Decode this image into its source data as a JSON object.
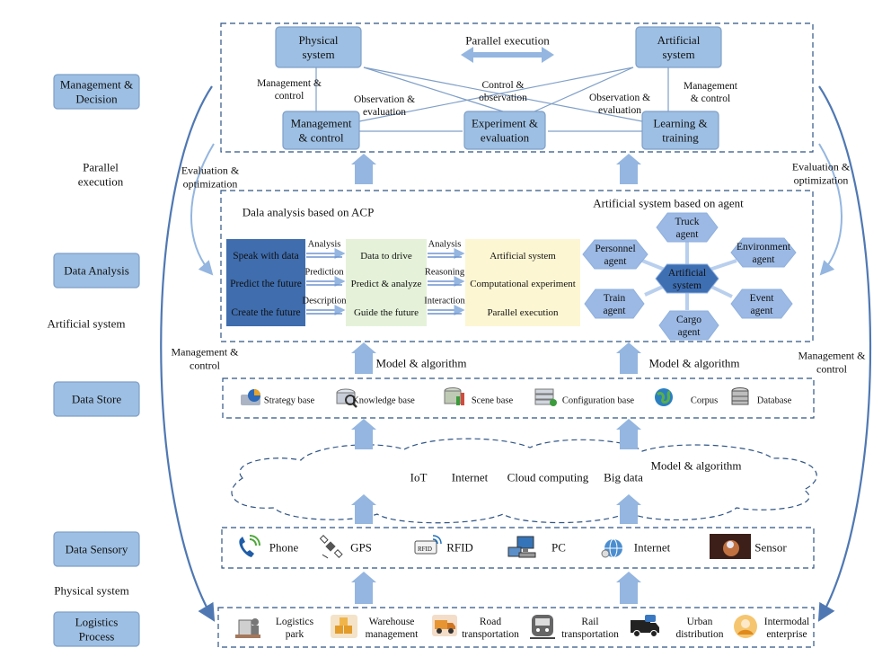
{
  "colors": {
    "layer_box": "#9dbfe3",
    "layer_border": "#7f9fc8",
    "dashed": "#2f5485",
    "arrow": "#94b6e0",
    "dark_box": "#3f6dae",
    "green_box": "#e5f2d9",
    "yellow_box": "#fdf6d3",
    "hex": "#9bb9e4",
    "hex_center": "#3e6fb3",
    "arc": "#4f78b3"
  },
  "layers": {
    "management": "Management &\nDecision",
    "analysis": "Data Analysis",
    "store": "Data Store",
    "sensory": "Data Sensory",
    "logistics": "Logistics\nProcess"
  },
  "side_labels": {
    "parallel_execution": "Parallel\nexecution",
    "artificial_system": "Artificial system",
    "physical_system": "Physical system",
    "eval_left": "Evaluation &\noptimization",
    "eval_right": "Evaluation &\noptimization",
    "mgmt_left": "Management &\ncontrol",
    "mgmt_right": "Management &\ncontrol"
  },
  "top": {
    "physical": "Physical\nsystem",
    "artificial": "Artificial\nsystem",
    "parallel": "Parallel execution",
    "mgmt_box": "Management\n& control",
    "experiment_box": "Experiment &\nevaluation",
    "learning_box": "Learning &\ntraining",
    "lbl_mc_left": "Management &\ncontrol",
    "lbl_obs_left": "Observation &\nevaluation",
    "lbl_control_obs": "Control &\nobservation",
    "lbl_obs_right": "Observation &\nevaluation",
    "lbl_mc_right": "Management\n& control"
  },
  "analysis": {
    "acp_title": "Dala analysis based on ACP",
    "agent_title": "Artificial system based on agent",
    "col1": [
      "Speak with data",
      "Predict the future",
      "Create the future"
    ],
    "arrows1": [
      "Analysis",
      "Prediction",
      "Description"
    ],
    "col2": [
      "Data to drive",
      "Predict & analyze",
      "Guide the future"
    ],
    "arrows2": [
      "Analysis",
      "Reasoning",
      "Interaction"
    ],
    "col3": [
      "Artificial system",
      "Computational experiment",
      "Parallel execution"
    ],
    "agents": {
      "center": "Artificial\nsystem",
      "truck": "Truck\nagent",
      "personnel": "Personnel\nagent",
      "environment": "Environment\nagent",
      "train": "Train\nagent",
      "event": "Event\nagent",
      "cargo": "Cargo\nagent"
    }
  },
  "model_label_1": "Model & algorithm",
  "model_label_2": "Model & algorithm",
  "model_label_cloud": "Model & algorithm",
  "store": [
    "Strategy base",
    "Knowledge base",
    "Scene  base",
    "Configuration  base",
    "Corpus",
    "Database"
  ],
  "cloud": [
    "IoT",
    "Internet",
    "Cloud computing",
    "Big data"
  ],
  "sensory": [
    "Phone",
    "GPS",
    "RFID",
    "PC",
    "Internet",
    "Sensor"
  ],
  "logistics": [
    "Logistics\npark",
    "Warehouse\nmanagement",
    "Road\ntransportation",
    "Rail\ntransportation",
    "Urban\ndistribution",
    "Intermodal\nenterprise"
  ],
  "icons": {
    "store": [
      "strategy-base-icon",
      "knowledge-base-icon",
      "scene-base-icon",
      "configuration-base-icon",
      "corpus-icon",
      "database-icon"
    ],
    "sensory": [
      "phone-icon",
      "gps-icon",
      "rfid-icon",
      "pc-icon",
      "internet-icon",
      "sensor-icon"
    ],
    "logistics": [
      "logistics-park-icon",
      "warehouse-icon",
      "road-truck-icon",
      "rail-train-icon",
      "urban-van-icon",
      "enterprise-person-icon"
    ]
  }
}
